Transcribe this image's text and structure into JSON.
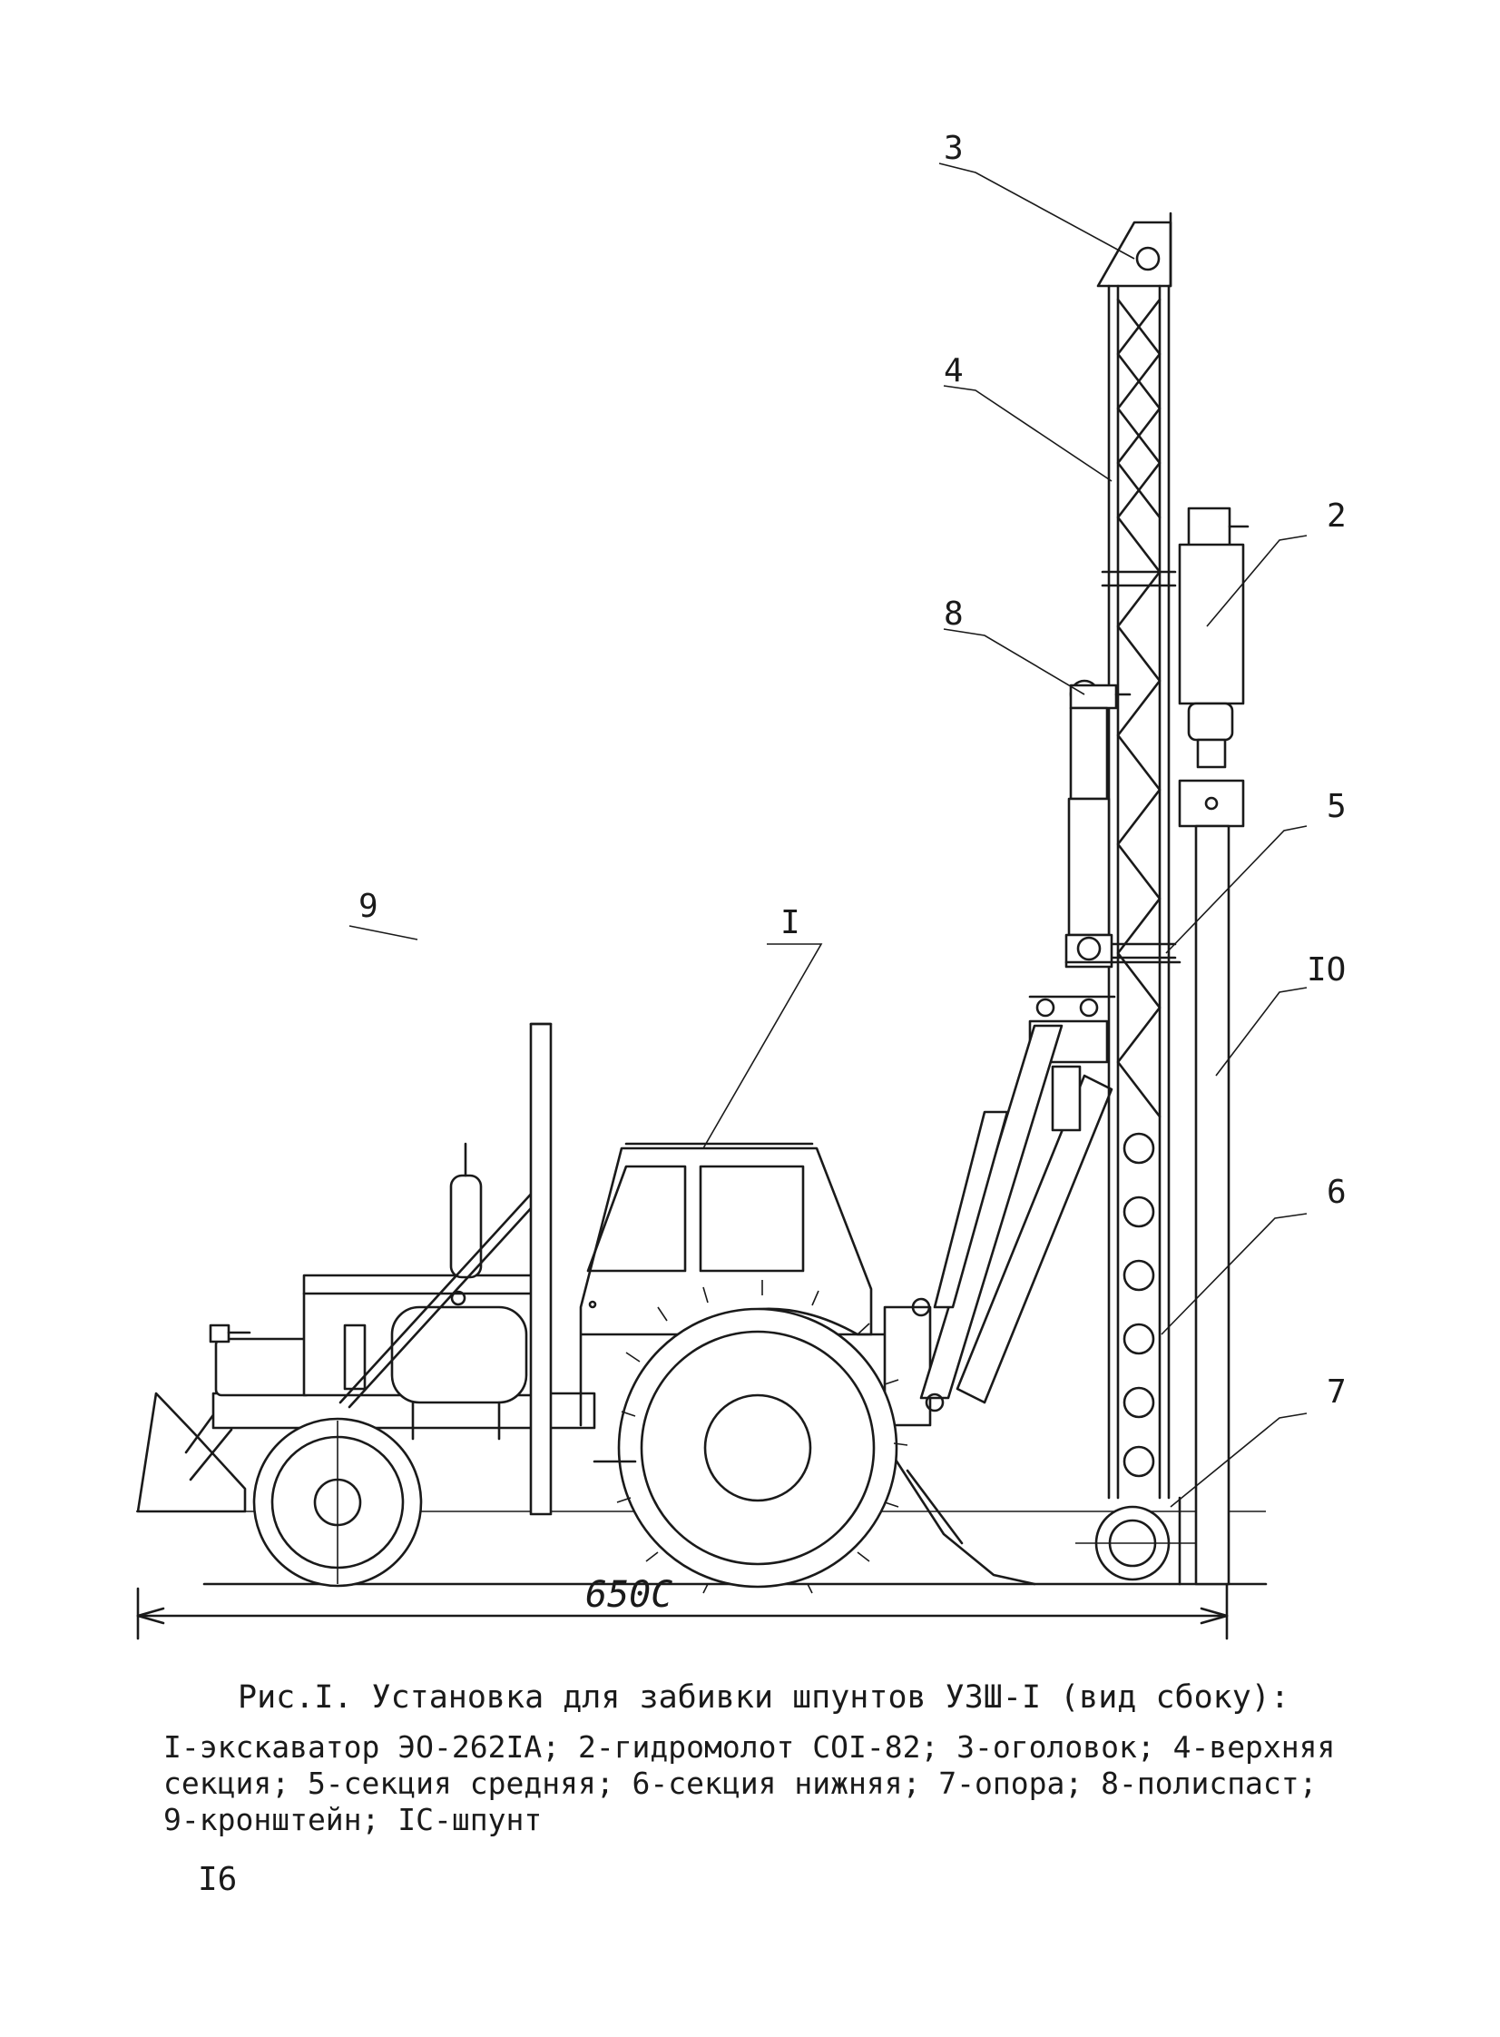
{
  "figure": {
    "callouts": {
      "c1": "I",
      "c2": "2",
      "c3": "3",
      "c4": "4",
      "c5": "5",
      "c6": "6",
      "c7": "7",
      "c8": "8",
      "c9": "9",
      "c10": "IO"
    },
    "dimension": "650C"
  },
  "caption": {
    "title": "Рис.I. Установка для забивки шпунтов УЗШ-I (вид сбоку):",
    "body": "I-экскаватор ЭО-262IA; 2-гидромолот СОI-82; 3-оголовок; 4-верхняя секция; 5-секция средняя; 6-секция нижняя; 7-опора; 8-полиспаст; 9-кронштейн; IC-шпунт"
  },
  "page_number": "I6"
}
